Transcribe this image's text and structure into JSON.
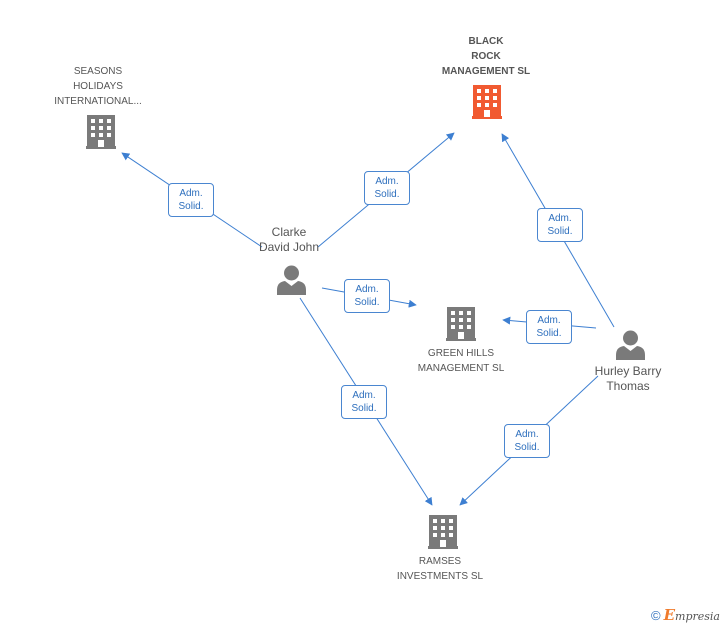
{
  "companies": {
    "black_rock": {
      "label": "BLACK\nROCK\nMANAGEMENT SL",
      "color": "#f15a31",
      "icon": "building-icon"
    },
    "seasons": {
      "label": "SEASONS\nHOLIDAYS\nINTERNATIONAL...",
      "color": "#7a7a7a",
      "icon": "building-icon"
    },
    "green_hills": {
      "label": "GREEN HILLS\nMANAGEMENT SL",
      "color": "#7a7a7a",
      "icon": "building-icon"
    },
    "ramses": {
      "label": "RAMSES\nINVESTMENTS SL",
      "color": "#7a7a7a",
      "icon": "building-icon"
    }
  },
  "persons": {
    "clarke": {
      "label": "Clarke\nDavid John",
      "icon": "person-icon"
    },
    "hurley": {
      "label": "Hurley Barry\nThomas",
      "icon": "person-icon"
    }
  },
  "relations": [
    {
      "from": "clarke",
      "to": "seasons",
      "label": "Adm.\nSolid."
    },
    {
      "from": "clarke",
      "to": "black_rock",
      "label": "Adm.\nSolid."
    },
    {
      "from": "clarke",
      "to": "green_hills",
      "label": "Adm.\nSolid."
    },
    {
      "from": "clarke",
      "to": "ramses",
      "label": "Adm.\nSolid."
    },
    {
      "from": "hurley",
      "to": "black_rock",
      "label": "Adm.\nSolid."
    },
    {
      "from": "hurley",
      "to": "green_hills",
      "label": "Adm.\nSolid."
    },
    {
      "from": "hurley",
      "to": "ramses",
      "label": "Adm.\nSolid."
    }
  ],
  "colors": {
    "edge": "#3d7fd1",
    "badge_text": "#2e6fbd",
    "node_gray": "#7a7a7a",
    "highlight": "#f15a31"
  },
  "footer": {
    "copyright": "©",
    "brand_initial": "E",
    "brand_rest": "mpresia"
  }
}
